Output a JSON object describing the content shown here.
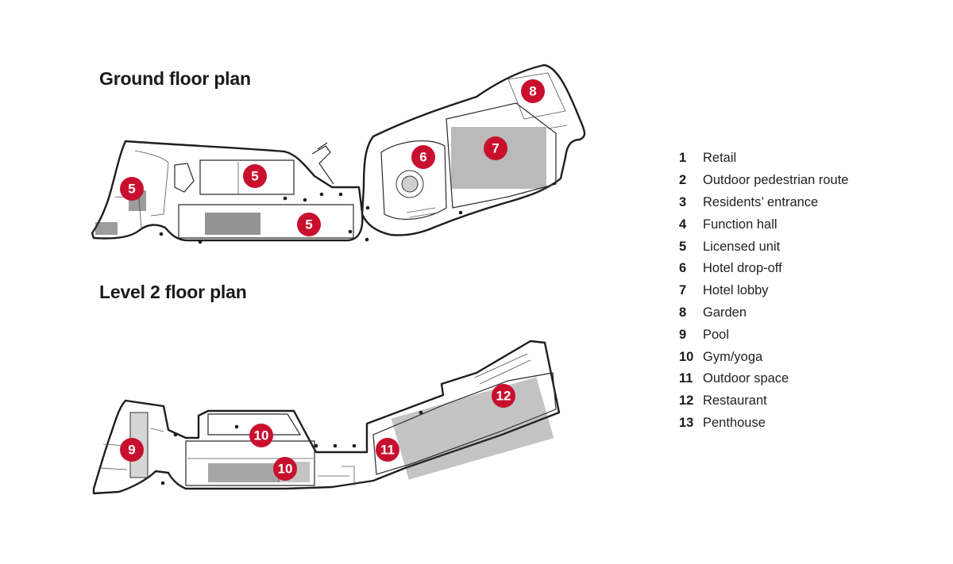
{
  "titles": {
    "ground": "Ground floor plan",
    "level2": "Level 2 floor plan"
  },
  "colors": {
    "badge": "#c8102e",
    "outline": "#1e1e1e"
  },
  "ground_badges": [
    "5",
    "5",
    "5",
    "6",
    "7",
    "8"
  ],
  "level2_badges": [
    "9",
    "10",
    "10",
    "11",
    "12"
  ],
  "legend": [
    {
      "num": "1",
      "label": "Retail"
    },
    {
      "num": "2",
      "label": "Outdoor pedestrian route"
    },
    {
      "num": "3",
      "label": "Residents’ entrance"
    },
    {
      "num": "4",
      "label": "Function hall"
    },
    {
      "num": "5",
      "label": "Licensed unit"
    },
    {
      "num": "6",
      "label": "Hotel drop-off"
    },
    {
      "num": "7",
      "label": "Hotel lobby"
    },
    {
      "num": "8",
      "label": "Garden"
    },
    {
      "num": "9",
      "label": "Pool"
    },
    {
      "num": "10",
      "label": "Gym/yoga"
    },
    {
      "num": "11",
      "label": "Outdoor space"
    },
    {
      "num": "12",
      "label": "Restaurant"
    },
    {
      "num": "13",
      "label": "Penthouse"
    }
  ]
}
